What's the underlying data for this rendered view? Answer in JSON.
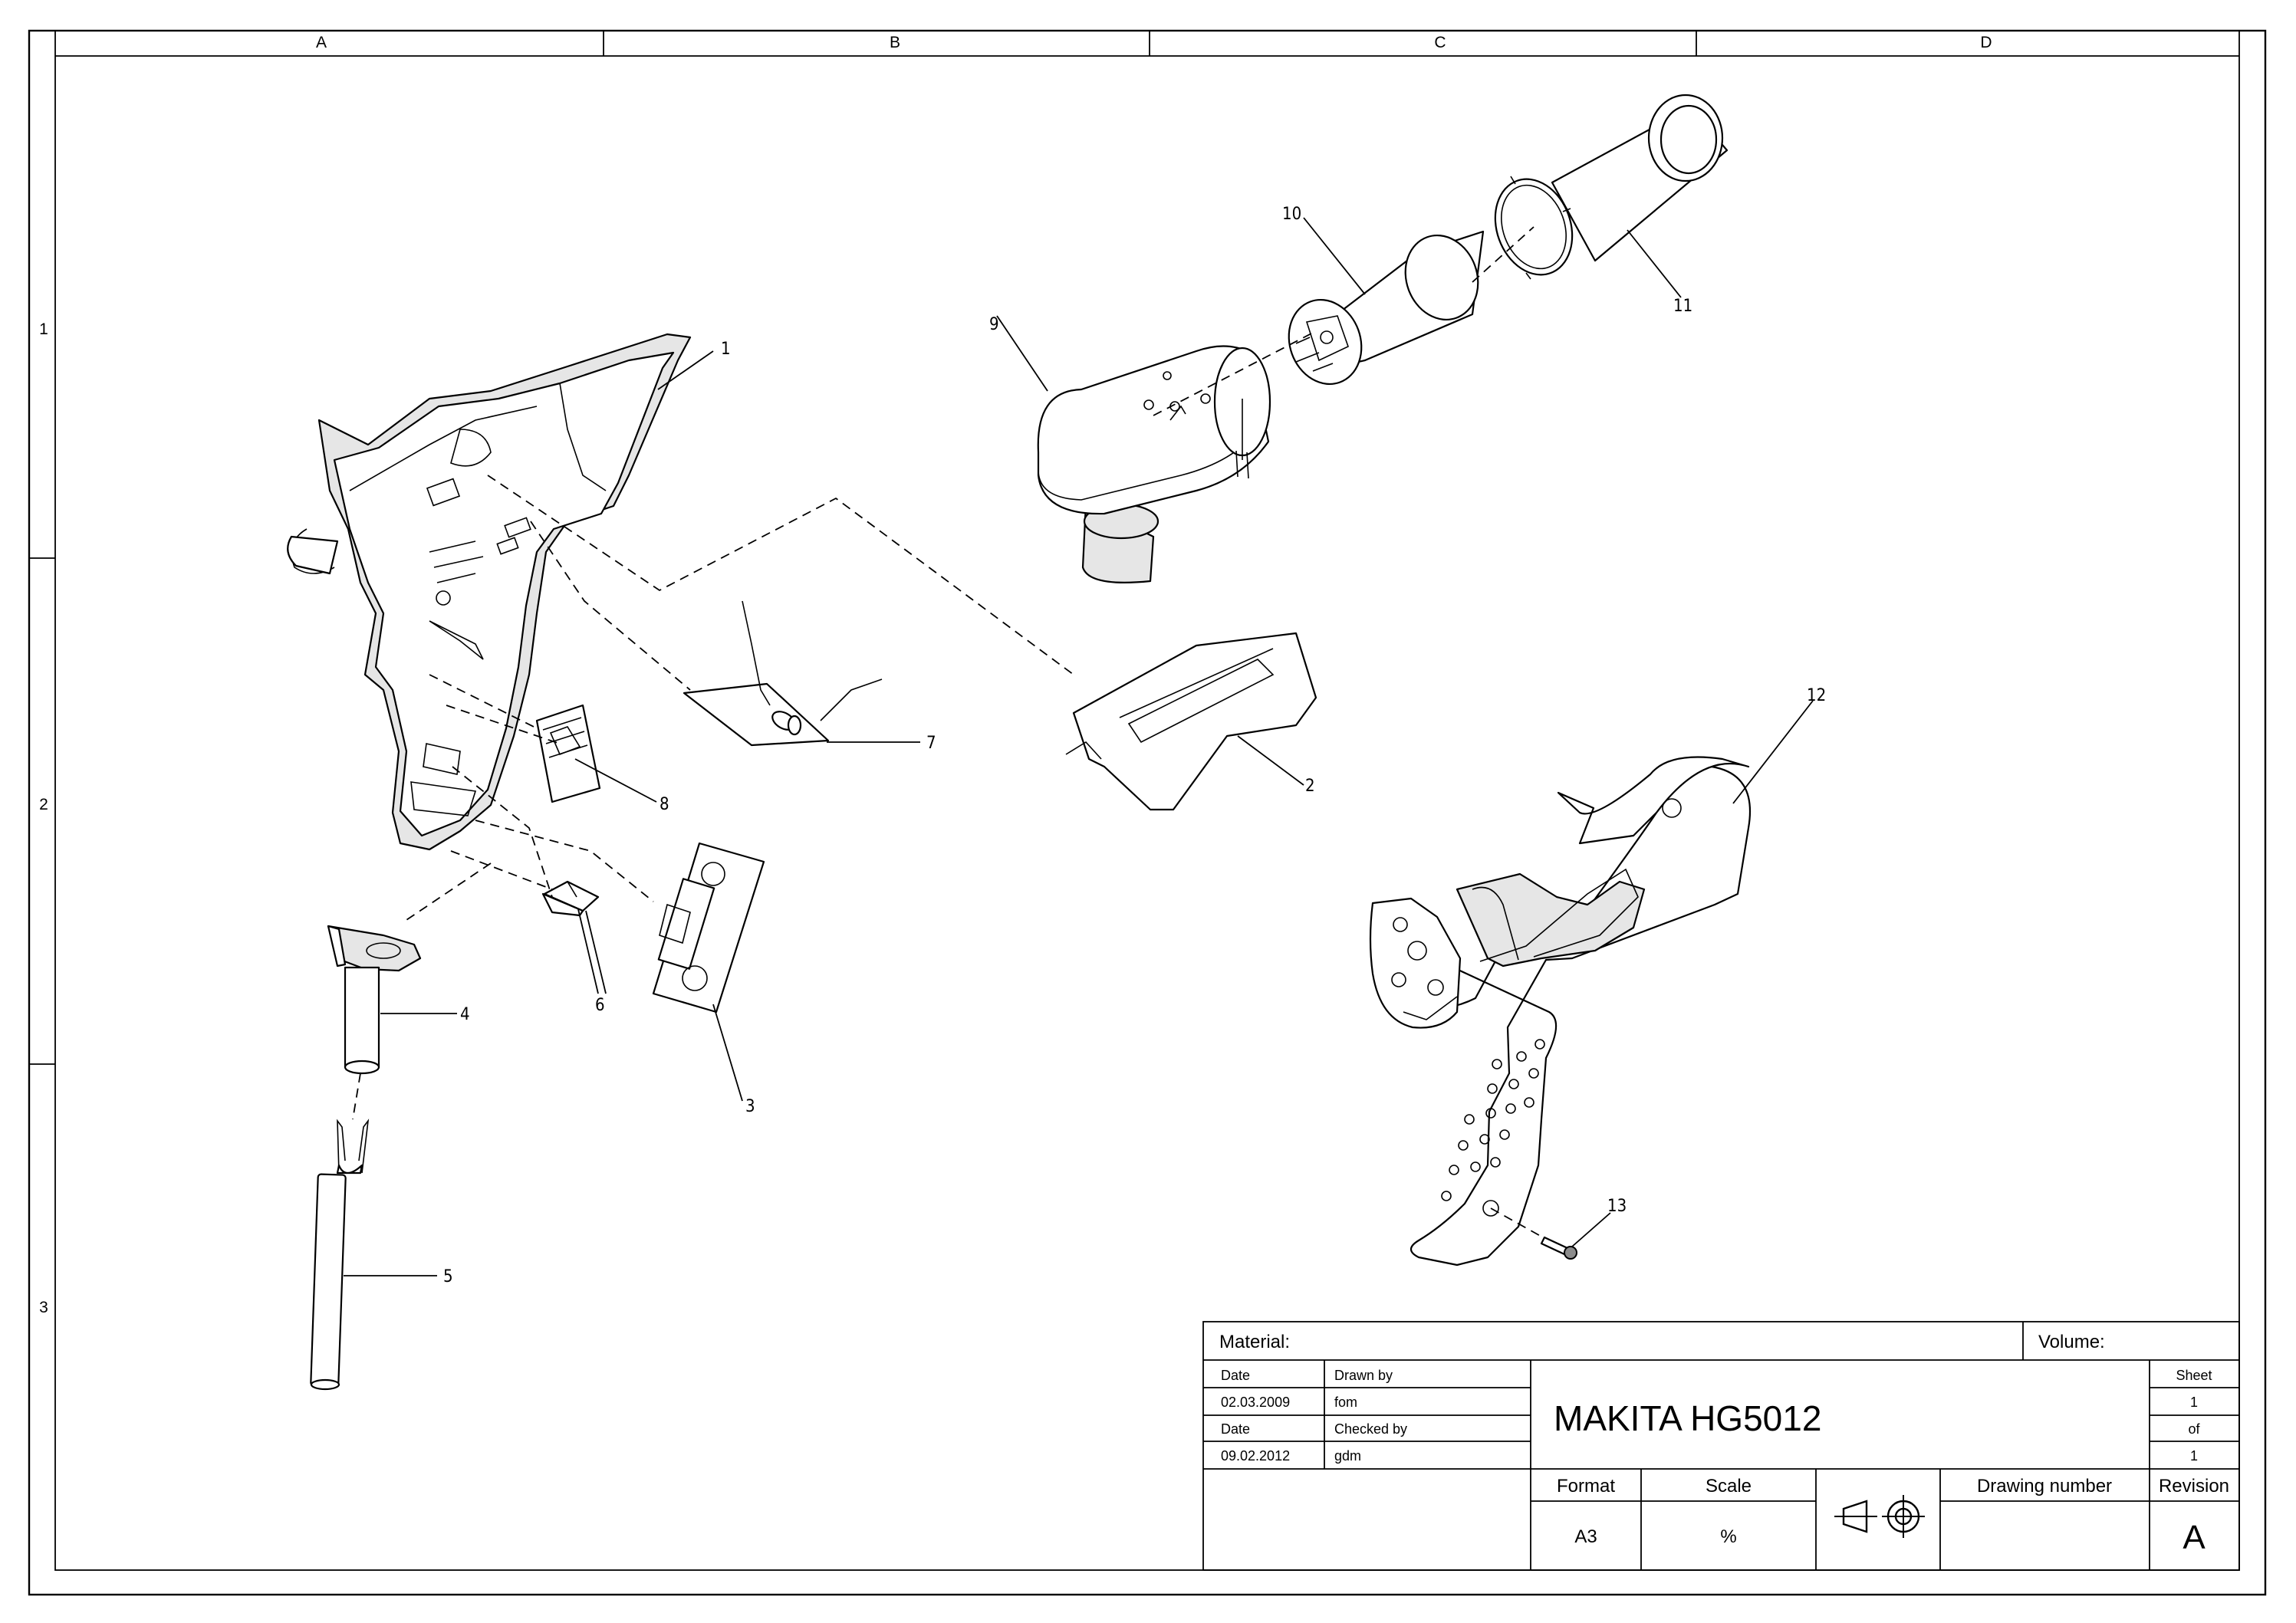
{
  "zones": {
    "columns": [
      "A",
      "B",
      "C",
      "D"
    ],
    "rows": [
      "1",
      "2",
      "3"
    ]
  },
  "callouts": [
    "1",
    "2",
    "3",
    "4",
    "5",
    "6",
    "7",
    "8",
    "9",
    "10",
    "11",
    "12",
    "13"
  ],
  "title_block": {
    "material_label": "Material:",
    "volume_label": "Volume:",
    "date_label_1": "Date",
    "drawn_by_label": "Drawn by",
    "date_1": "02.03.2009",
    "drawn_by": "fom",
    "date_label_2": "Date",
    "checked_by_label": "Checked by",
    "date_2": "09.02.2012",
    "checked_by": "gdm",
    "title": "MAKITA HG5012",
    "sheet_label": "Sheet",
    "sheet_number": "1",
    "of_label": "of",
    "sheet_total": "1",
    "format_label": "Format",
    "format_value": "A3",
    "scale_label": "Scale",
    "scale_value": "%",
    "drawing_number_label": "Drawing number",
    "drawing_number": "",
    "revision_label": "Revision",
    "revision_value": "A"
  }
}
